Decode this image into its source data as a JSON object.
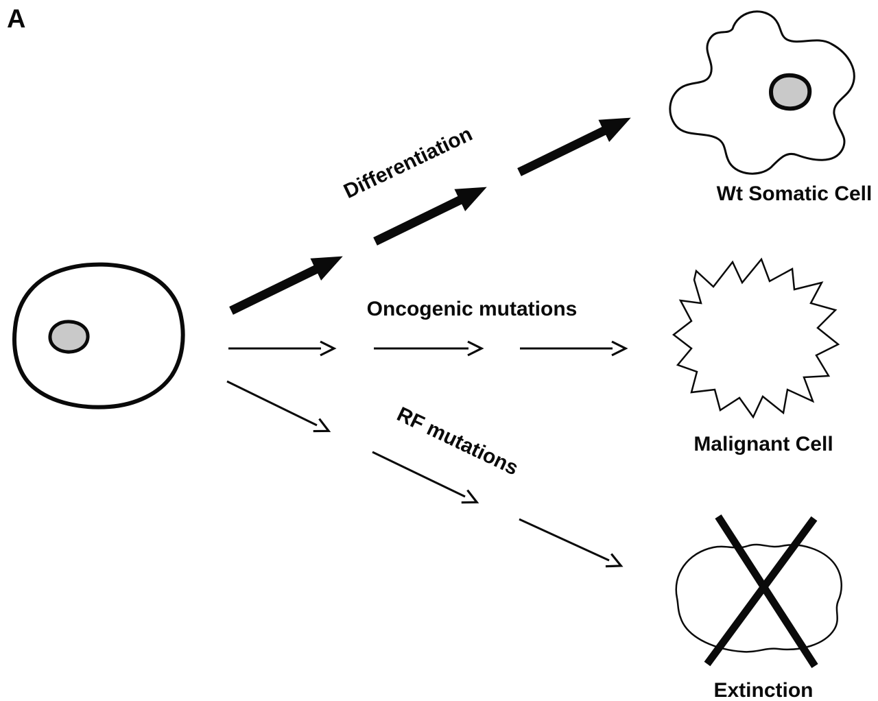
{
  "panel_label": "A",
  "figure": {
    "pathways": [
      {
        "label": "Differentiation",
        "target_label": "Wt Somatic Cell"
      },
      {
        "label": "Oncogenic mutations",
        "target_label": "Malignant Cell"
      },
      {
        "label": "RF mutations",
        "target_label": "Extinction"
      }
    ],
    "colors": {
      "line": "#0a0a0a",
      "nucleus_fill": "#c9c9c9",
      "background": "#ffffff"
    }
  }
}
